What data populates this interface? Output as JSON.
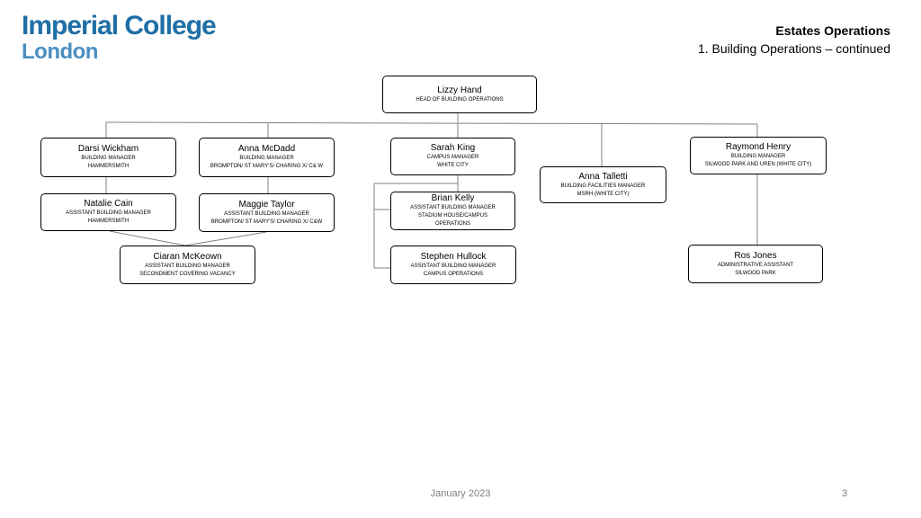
{
  "logo": {
    "line1": "Imperial College",
    "line2": "London"
  },
  "header": {
    "title": "Estates Operations",
    "subtitle": "1. Building Operations – continued"
  },
  "nodes": {
    "lizzy": {
      "name": "Lizzy Hand",
      "role": "HEAD OF BUILDING OPERATIONS",
      "location": ""
    },
    "darsi": {
      "name": "Darsi Wickham",
      "role": "BUILDING MANAGER",
      "location": "HAMMERSMITH"
    },
    "anna_m": {
      "name": "Anna McDadd",
      "role": "BUILDING MANAGER",
      "location": "BROMPTON/ ST MARY'S/ CHARING X/ C& W"
    },
    "sarah": {
      "name": "Sarah King",
      "role": "CAMPUS MANAGER",
      "location": "WHITE CITY"
    },
    "anna_t": {
      "name": "Anna Talletti",
      "role": "BUILDING FACILITIES MANAGER",
      "location": "MSRH (WHITE CITY)"
    },
    "raymond": {
      "name": "Raymond Henry",
      "role": "BUILDING MANAGER",
      "location": "SILWOOD PARK AND UREN (WHITE CITY)"
    },
    "natalie": {
      "name": "Natalie Cain",
      "role": "ASSISTANT BUILDING MANAGER",
      "location": "HAMMERSMITH"
    },
    "maggie": {
      "name": "Maggie Taylor",
      "role": "ASSISTANT BUILDING MANAGER",
      "location": "BROMPTON/ ST MARY'S/ CHARING X/ C&W"
    },
    "brian": {
      "name": "Brian Kelly",
      "role": "ASSISTANT BUILDING MANAGER",
      "location": "STADIUM HOUSE/CAMPUS",
      "location2": "OPERATIONS"
    },
    "ciaran": {
      "name": "Ciaran McKeown",
      "role": "ASSISTANT BUILDING MANAGER",
      "location": "SECONDMENT COVERING VACANCY"
    },
    "stephen": {
      "name": "Stephen Hullock",
      "role": "ASSISTANT BUILDING MANAGER",
      "location": "CAMPUS OPERATIONS"
    },
    "ros": {
      "name": "Ros Jones",
      "role": "ADMINISTRATIVE ASSISTANT",
      "location": "SILWOOD PARK"
    }
  },
  "footer": {
    "date": "January 2023",
    "page": "3"
  }
}
